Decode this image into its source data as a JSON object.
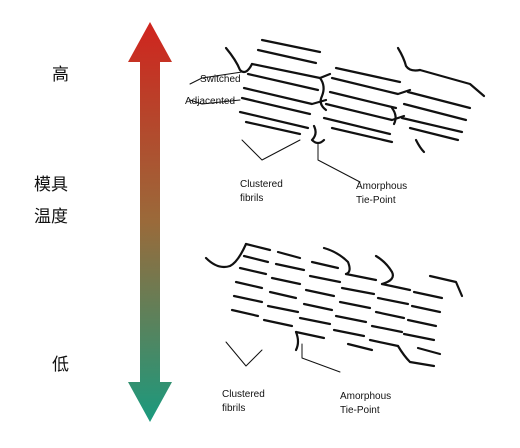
{
  "temperature_scale": {
    "high": "高",
    "title_line1": "模具",
    "title_line2": "温度",
    "low": "低",
    "gradient_top_color": "#d0241e",
    "gradient_bottom_color": "#1a9a7e"
  },
  "top_diagram": {
    "switched": "Switched",
    "adjacented": "Adjacented",
    "clustered_line1": "Clustered",
    "clustered_line2": "fibrils",
    "amorphous_line1": "Amorphous",
    "amorphous_line2": "Tie-Point"
  },
  "bottom_diagram": {
    "clustered_line1": "Clustered",
    "clustered_line2": "fibrils",
    "amorphous_line1": "Amorphous",
    "amorphous_line2": "Tie-Point"
  }
}
